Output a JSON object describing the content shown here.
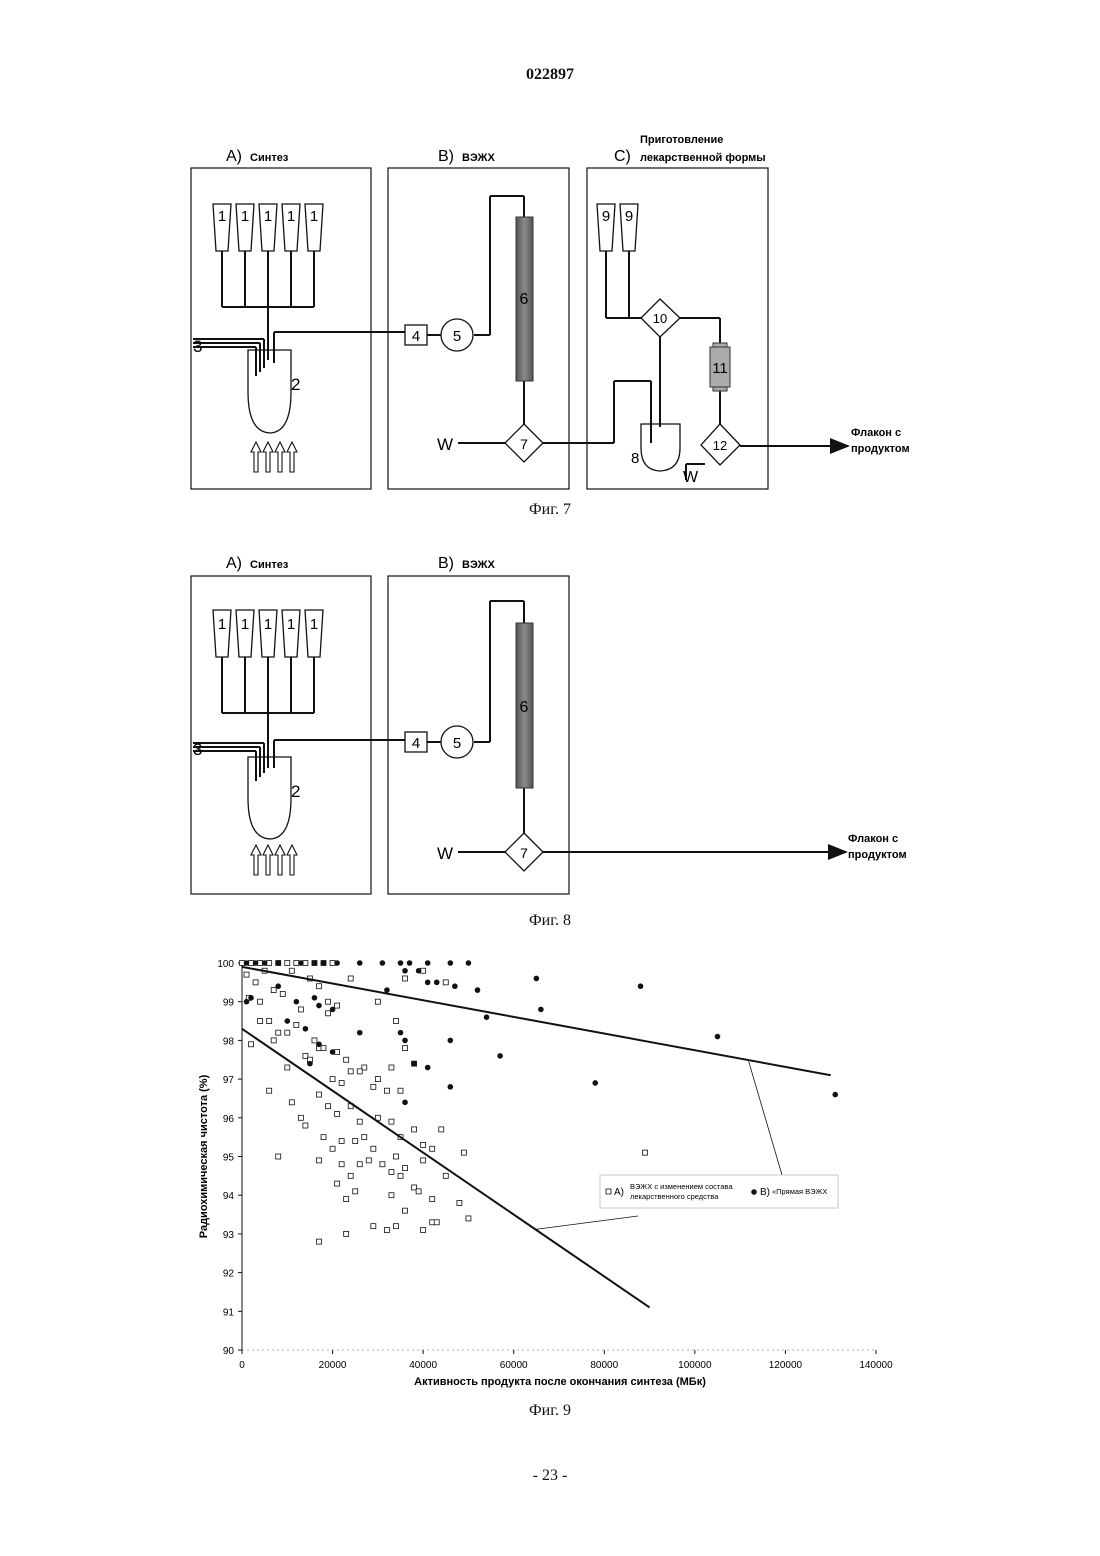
{
  "header": {
    "doc_number": "022897"
  },
  "footer": {
    "page_number": "- 23 -"
  },
  "fig7": {
    "caption": "Фиг. 7",
    "panels": [
      {
        "letter": "A)",
        "title": "Синтез"
      },
      {
        "letter": "B)",
        "title": "ВЭЖХ"
      },
      {
        "letter": "C)",
        "title_line1": "Приготовление",
        "title_line2": "лекарственной формы"
      }
    ],
    "labels": {
      "n1": "1",
      "n2": "2",
      "n3": "3",
      "n4": "4",
      "n5": "5",
      "n6": "6",
      "n7": "7",
      "n8": "8",
      "n9": "9",
      "n10": "10",
      "n11": "11",
      "n12": "12",
      "w": "W"
    },
    "outlet_line1": "Флакон с",
    "outlet_line2": "продуктом"
  },
  "fig8": {
    "caption": "Фиг. 8",
    "panels": [
      {
        "letter": "A)",
        "title": "Синтез"
      },
      {
        "letter": "B)",
        "title": "ВЭЖХ"
      }
    ],
    "labels": {
      "n1": "1",
      "n2": "2",
      "n3": "3",
      "n4": "4",
      "n5": "5",
      "n6": "6",
      "n7": "7",
      "w": "W"
    },
    "outlet_line1": "Флакон с",
    "outlet_line2": "продуктом"
  },
  "fig9": {
    "caption": "Фиг. 9",
    "chart_data": {
      "type": "scatter",
      "title": "",
      "xlabel": "Активность продукта после окончания синтеза (МБк)",
      "ylabel": "Радиохимическая чистота (%)",
      "xlim": [
        0,
        140000
      ],
      "ylim": [
        90,
        100
      ],
      "x_ticks": [
        "0",
        "20000",
        "40000",
        "60000",
        "80000",
        "100000",
        "120000",
        "140000"
      ],
      "y_ticks": [
        "90",
        "91",
        "92",
        "93",
        "94",
        "95",
        "96",
        "97",
        "98",
        "99",
        "100"
      ],
      "grid": false,
      "legend_position": "right-middle",
      "legend": {
        "a_prefix": "A)",
        "a_line1": "ВЭЖХ с изменением состава",
        "a_line2": "лекарственного средства",
        "b_prefix": "B)",
        "b_text": "«Прямая ВЭЖХ"
      },
      "series": [
        {
          "name": "A) ВЭЖХ с изменением состава лекарственного средства",
          "marker": "open-square",
          "trendline": {
            "x": [
              0,
              90000
            ],
            "y": [
              98.3,
              91.1
            ]
          },
          "points": [
            [
              0,
              100
            ],
            [
              2000,
              100
            ],
            [
              4000,
              100
            ],
            [
              6000,
              100
            ],
            [
              8000,
              100
            ],
            [
              10000,
              100
            ],
            [
              12000,
              100
            ],
            [
              14000,
              100
            ],
            [
              16000,
              100
            ],
            [
              18000,
              100
            ],
            [
              20000,
              100
            ],
            [
              1000,
              99.7
            ],
            [
              3000,
              99.5
            ],
            [
              5000,
              99.8
            ],
            [
              7000,
              99.3
            ],
            [
              11000,
              99.8
            ],
            [
              15000,
              99.6
            ],
            [
              17000,
              99.4
            ],
            [
              19000,
              99.0
            ],
            [
              24000,
              99.6
            ],
            [
              36000,
              99.6
            ],
            [
              40000,
              99.8
            ],
            [
              45000,
              99.5
            ],
            [
              1500,
              99.1
            ],
            [
              4000,
              99.0
            ],
            [
              9000,
              99.2
            ],
            [
              13000,
              98.8
            ],
            [
              19000,
              98.7
            ],
            [
              21000,
              98.9
            ],
            [
              30000,
              99.0
            ],
            [
              34000,
              98.5
            ],
            [
              4000,
              98.5
            ],
            [
              6000,
              98.5
            ],
            [
              8000,
              98.2
            ],
            [
              10000,
              98.2
            ],
            [
              12000,
              98.4
            ],
            [
              16000,
              98.0
            ],
            [
              17000,
              97.8
            ],
            [
              18000,
              97.8
            ],
            [
              21000,
              97.7
            ],
            [
              23000,
              97.5
            ],
            [
              27000,
              97.3
            ],
            [
              30000,
              97.0
            ],
            [
              33000,
              97.3
            ],
            [
              36000,
              97.8
            ],
            [
              38000,
              97.4
            ],
            [
              2000,
              97.9
            ],
            [
              7000,
              98.0
            ],
            [
              10000,
              97.3
            ],
            [
              14000,
              97.6
            ],
            [
              15000,
              97.5
            ],
            [
              20000,
              97.0
            ],
            [
              22000,
              96.9
            ],
            [
              24000,
              97.2
            ],
            [
              26000,
              97.2
            ],
            [
              29000,
              96.8
            ],
            [
              32000,
              96.7
            ],
            [
              35000,
              96.7
            ],
            [
              6000,
              96.7
            ],
            [
              11000,
              96.4
            ],
            [
              17000,
              96.6
            ],
            [
              19000,
              96.3
            ],
            [
              21000,
              96.1
            ],
            [
              24000,
              96.3
            ],
            [
              26000,
              95.9
            ],
            [
              30000,
              96.0
            ],
            [
              33000,
              95.9
            ],
            [
              35000,
              95.5
            ],
            [
              38000,
              95.7
            ],
            [
              13000,
              96.0
            ],
            [
              14000,
              95.8
            ],
            [
              18000,
              95.5
            ],
            [
              22000,
              95.4
            ],
            [
              25000,
              95.4
            ],
            [
              27000,
              95.5
            ],
            [
              29000,
              95.2
            ],
            [
              31000,
              94.8
            ],
            [
              34000,
              95.0
            ],
            [
              36000,
              94.7
            ],
            [
              40000,
              95.3
            ],
            [
              42000,
              95.2
            ],
            [
              44000,
              95.7
            ],
            [
              45000,
              94.5
            ],
            [
              49000,
              95.1
            ],
            [
              8000,
              95.0
            ],
            [
              17000,
              94.9
            ],
            [
              20000,
              95.2
            ],
            [
              22000,
              94.8
            ],
            [
              24000,
              94.5
            ],
            [
              26000,
              94.8
            ],
            [
              28000,
              94.9
            ],
            [
              33000,
              94.6
            ],
            [
              35000,
              94.5
            ],
            [
              38000,
              94.2
            ],
            [
              40000,
              94.9
            ],
            [
              21000,
              94.3
            ],
            [
              23000,
              93.9
            ],
            [
              25000,
              94.1
            ],
            [
              33000,
              94.0
            ],
            [
              36000,
              93.6
            ],
            [
              39000,
              94.1
            ],
            [
              42000,
              93.9
            ],
            [
              48000,
              93.8
            ],
            [
              17000,
              92.8
            ],
            [
              23000,
              93.0
            ],
            [
              29000,
              93.2
            ],
            [
              32000,
              93.1
            ],
            [
              34000,
              93.2
            ],
            [
              40000,
              93.1
            ],
            [
              42000,
              93.3
            ],
            [
              43000,
              93.3
            ],
            [
              50000,
              93.4
            ],
            [
              89000,
              95.1
            ]
          ]
        },
        {
          "name": "B) «Прямая ВЭЖХ",
          "marker": "filled-circle",
          "trendline": {
            "x": [
              0,
              130000
            ],
            "y": [
              99.9,
              97.1
            ]
          },
          "points": [
            [
              1000,
              100
            ],
            [
              3000,
              100
            ],
            [
              5000,
              100
            ],
            [
              8000,
              100
            ],
            [
              13000,
              100
            ],
            [
              16000,
              100
            ],
            [
              18000,
              100
            ],
            [
              21000,
              100
            ],
            [
              26000,
              100
            ],
            [
              31000,
              100
            ],
            [
              35000,
              100
            ],
            [
              37000,
              100
            ],
            [
              41000,
              100
            ],
            [
              46000,
              100
            ],
            [
              50000,
              100
            ],
            [
              1000,
              99.0
            ],
            [
              2000,
              99.1
            ],
            [
              8000,
              99.4
            ],
            [
              12000,
              99.0
            ],
            [
              16000,
              99.1
            ],
            [
              17000,
              98.9
            ],
            [
              20000,
              98.8
            ],
            [
              32000,
              99.3
            ],
            [
              36000,
              99.8
            ],
            [
              39000,
              99.8
            ],
            [
              41000,
              99.5
            ],
            [
              43000,
              99.5
            ],
            [
              47000,
              99.4
            ],
            [
              10000,
              98.5
            ],
            [
              14000,
              98.3
            ],
            [
              15000,
              97.4
            ],
            [
              17000,
              97.9
            ],
            [
              20000,
              97.7
            ],
            [
              26000,
              98.2
            ],
            [
              35000,
              98.2
            ],
            [
              36000,
              98.0
            ],
            [
              38000,
              97.4
            ],
            [
              41000,
              97.3
            ],
            [
              46000,
              98.0
            ],
            [
              46000,
              96.8
            ],
            [
              52000,
              99.3
            ],
            [
              54000,
              98.6
            ],
            [
              36000,
              96.4
            ],
            [
              57000,
              97.6
            ],
            [
              65000,
              99.6
            ],
            [
              66000,
              98.8
            ],
            [
              78000,
              96.9
            ],
            [
              88000,
              99.4
            ],
            [
              105000,
              98.1
            ],
            [
              131000,
              96.6
            ]
          ]
        }
      ]
    }
  }
}
